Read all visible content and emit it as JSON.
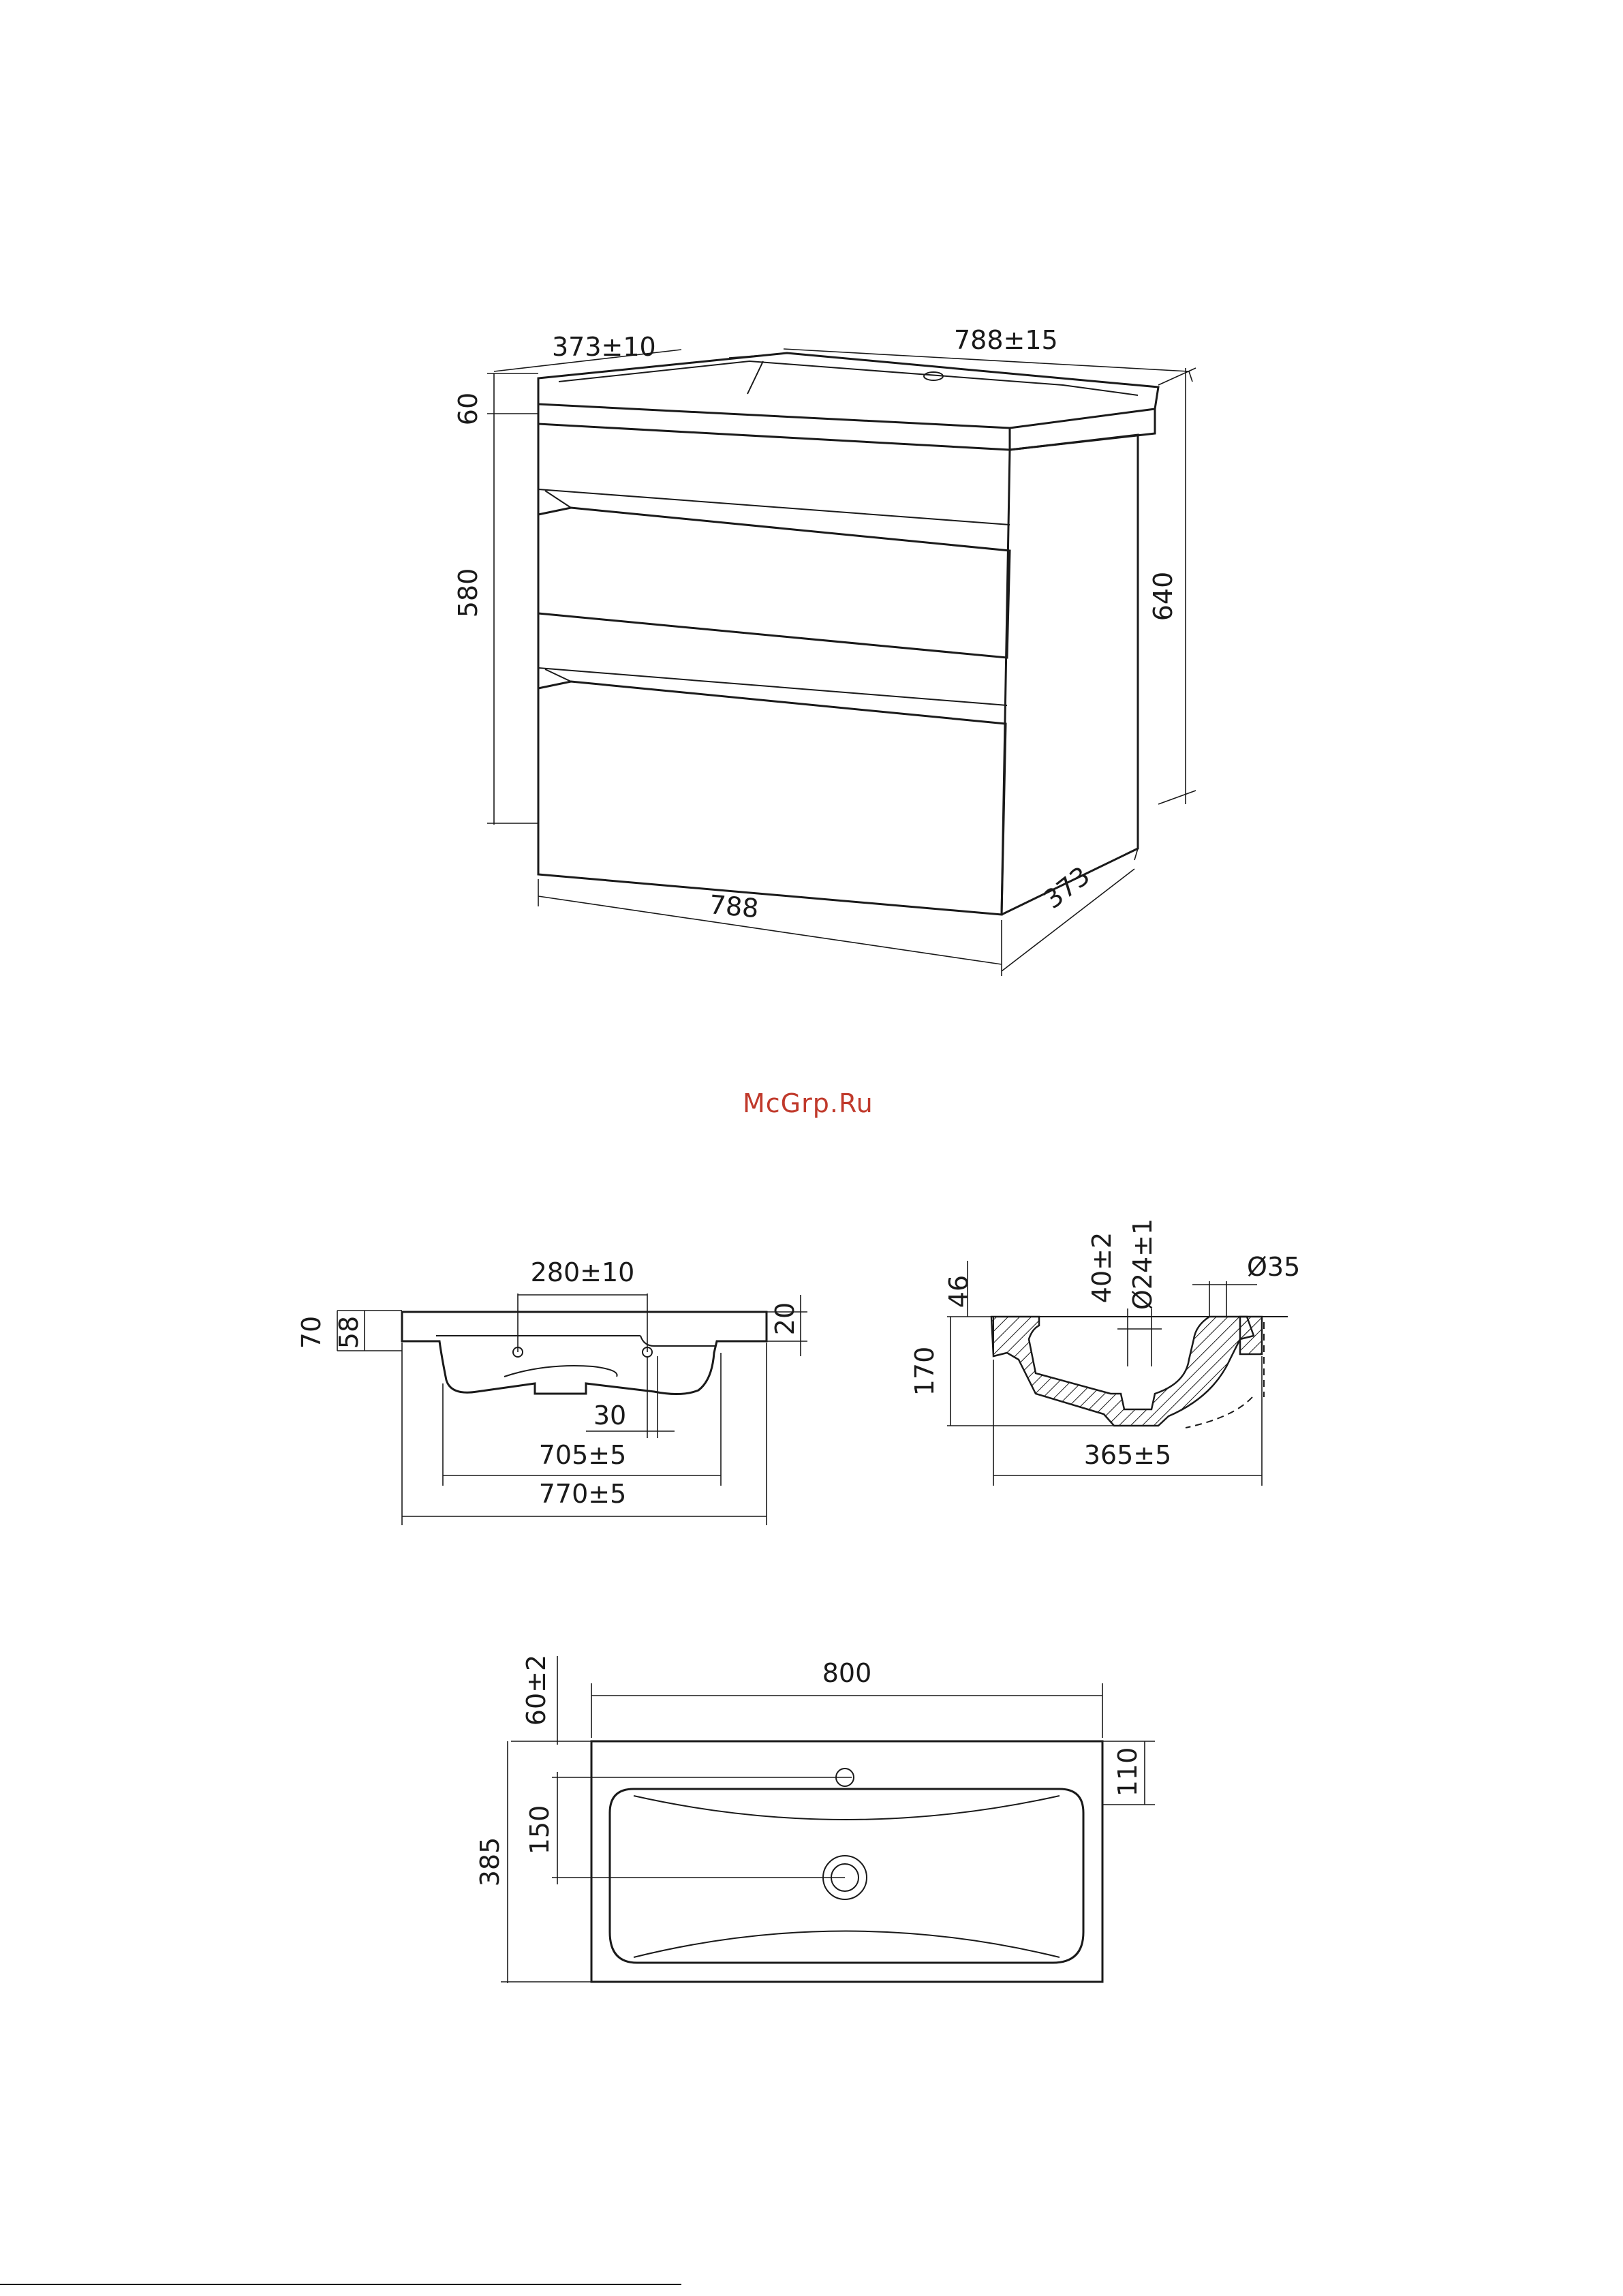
{
  "watermark": "McGrp.Ru",
  "cabinet": {
    "dims": {
      "depth_top": "373±10",
      "width_top": "788±15",
      "basin_thickness": "60",
      "body_height": "580",
      "total_height": "640",
      "width_bottom": "788",
      "depth_bottom": "373"
    }
  },
  "basin_front": {
    "dims": {
      "hole_spacing": "280±10",
      "height_total": "70",
      "height_rim": "58",
      "rim_thickness": "20",
      "hole_offset": "30",
      "inner_width": "705±5",
      "outer_width": "770±5"
    }
  },
  "basin_section": {
    "dims": {
      "depth_46": "46",
      "depth_40": "40±2",
      "drain_diam": "Ø24±1",
      "tap_diam": "Ø35",
      "height": "170",
      "length": "365±5"
    }
  },
  "basin_plan": {
    "dims": {
      "width": "800",
      "tap_offset": "60±2",
      "tap_to_back": "110",
      "drain_offset": "150",
      "depth": "385"
    }
  }
}
